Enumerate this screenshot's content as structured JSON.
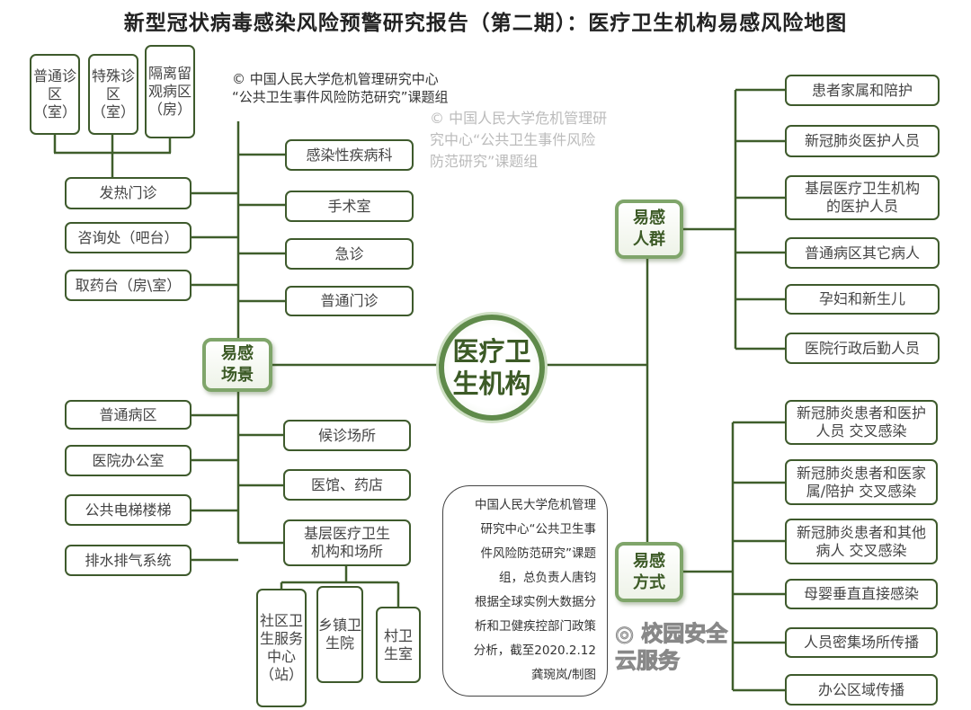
{
  "title": "新型冠状病毒感染风险预警研究报告（第二期）：医疗卫生机构易感风险地图",
  "credit": {
    "line1": "© 中国人民大学危机管理研究中心",
    "line2": "“公共卫生事件风险防范研究”课题组"
  },
  "watermark": "© 中国人民大学危机管理研究中心“公共卫生事件风险防范研究”课题组",
  "wechat_watermark": "校园安全云服务",
  "center": "医疗卫生机构",
  "scenes": {
    "label": "易感场景",
    "top_sub": [
      "普通诊区（室）",
      "特殊诊区（室）",
      "隔离留观病区（房）"
    ],
    "left_upper": [
      "发热门诊",
      "咨询处（吧台）",
      "取药台（房\\室）"
    ],
    "right_upper": [
      "感染性疾病科",
      "手术室",
      "急诊",
      "普通门诊"
    ],
    "left_lower": [
      "普通病区",
      "医院办公室",
      "公共电梯楼梯",
      "排水排气系统"
    ],
    "right_lower": [
      "候诊场所",
      "医馆、药店",
      "基层医疗卫生机构和场所"
    ],
    "grassroots_sub": [
      "社区卫生服务中心（站）",
      "乡镇卫生院",
      "村卫生室"
    ]
  },
  "groups": {
    "label": "易感人群",
    "items": [
      "患者家属和陪护",
      "新冠肺炎医护人员",
      "基层医疗卫生机构的医护人员",
      "普通病区其它病人",
      "孕妇和新生儿",
      "医院行政后勤人员"
    ]
  },
  "modes": {
    "label": "易感方式",
    "items": [
      "新冠肺炎患者和医护人员 交叉感染",
      "新冠肺炎患者和医家属/陪护 交叉感染",
      "新冠肺炎患者和其他病人 交叉感染",
      "母婴垂直直接感染",
      "人员密集场所传播",
      "办公区域传播"
    ]
  },
  "info": {
    "lines": [
      "中国人民大学危机管理",
      "研究中心“公共卫生事",
      "件风险防范研究”课题",
      "组，总负责人唐钧",
      "根据全球实例大数据分",
      "析和卫健疾控部门政策",
      "分析，截至2020.2.12",
      "龚琬岚/制图"
    ]
  },
  "colors": {
    "line": "#3f5e2b",
    "category_text": "#3c5a26",
    "category_border": "#7fa56a"
  }
}
